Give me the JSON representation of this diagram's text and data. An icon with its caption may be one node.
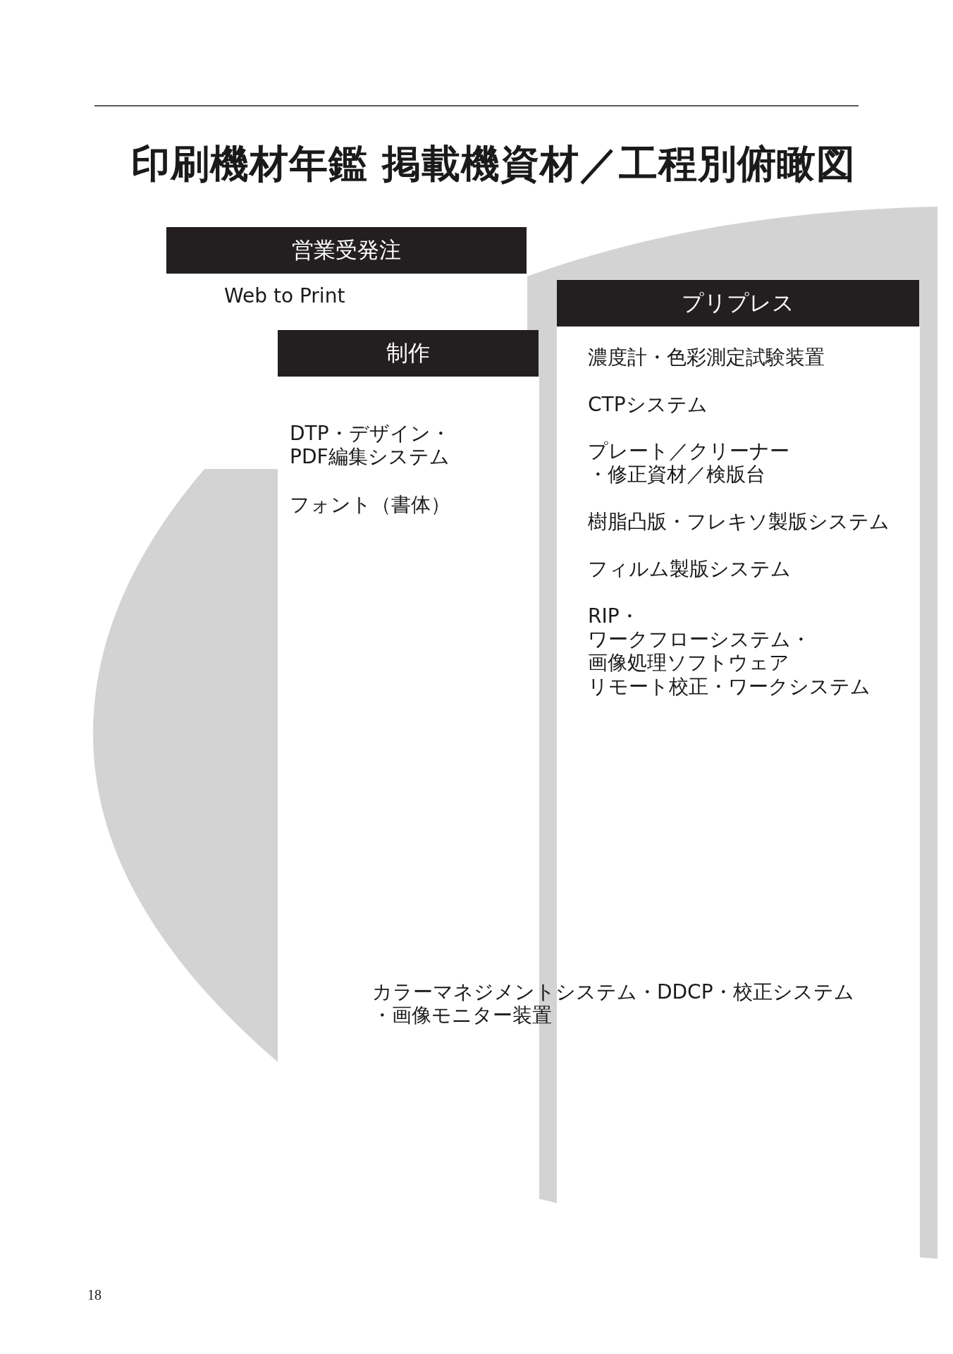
{
  "diagram": {
    "title": "印刷機材年鑑 掲載機資材／工程別俯瞰図",
    "nodes": [
      {
        "text": [
          "営業受発注"
        ]
      },
      {
        "text": [
          "制作"
        ]
      },
      {
        "text": [
          "プリプレス"
        ]
      }
    ],
    "edges": [],
    "labels": [
      "Web to Print",
      "DTP・デザイン・PDF編集システム",
      "フォント（書体）",
      "濃度計・色彩測定試験装置",
      "CTPシステム",
      "プレート／クリーナー・修正資材／検版台",
      "樹脂凸版・フレキソ製版システム",
      "フィルム製版システム",
      "RIP・",
      "ワークフローシステム・",
      "画像処理ソフトウェア",
      "リモート校正・ワークシステム",
      "カラーマネジメントシステム・DDCP・校正システム・画像モニター装置",
      "18"
    ]
  }
}
